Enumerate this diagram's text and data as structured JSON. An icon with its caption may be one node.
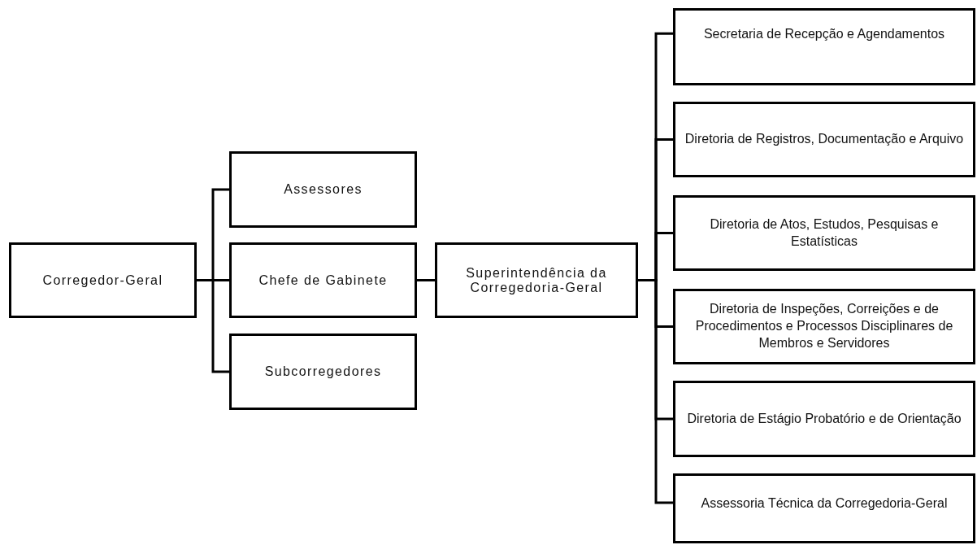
{
  "diagram": {
    "nodes": [
      {
        "text": [
          "Corregedor-Geral"
        ]
      },
      {
        "text": [
          "Assessores"
        ]
      },
      {
        "text": [
          "Chefe de Gabinete"
        ]
      },
      {
        "text": [
          "Subcorregedores"
        ]
      },
      {
        "text": [
          "Superintendência da Corregedoria-Geral"
        ]
      },
      {
        "text": [
          "Secretaria de Recepção e Agendamentos"
        ]
      },
      {
        "text": [
          "Diretoria de Registros, Documentação e Arquivo"
        ]
      },
      {
        "text": [
          "Diretoria de Atos, Estudos, Pesquisas e Estatísticas"
        ]
      },
      {
        "text": [
          "Diretoria de Inspeções, Correições e de Procedimentos e Processos Disciplinares de Membros e Servidores"
        ]
      },
      {
        "text": [
          "Diretoria de Estágio Probatório e de Orientação"
        ]
      },
      {
        "text": [
          "Assessoria Técnica da Corregedoria-Geral"
        ]
      }
    ],
    "edges": [
      {
        "from": 0,
        "to": 1,
        "arrow": "none"
      },
      {
        "from": 0,
        "to": 2,
        "arrow": "none"
      },
      {
        "from": 0,
        "to": 3,
        "arrow": "none"
      },
      {
        "from": 2,
        "to": 4,
        "arrow": "none"
      },
      {
        "from": 4,
        "to": 5,
        "arrow": "none"
      },
      {
        "from": 4,
        "to": 6,
        "arrow": "none"
      },
      {
        "from": 4,
        "to": 7,
        "arrow": "none"
      },
      {
        "from": 4,
        "to": 8,
        "arrow": "none"
      },
      {
        "from": 4,
        "to": 9,
        "arrow": "none"
      },
      {
        "from": 4,
        "to": 10,
        "arrow": "none"
      }
    ]
  }
}
